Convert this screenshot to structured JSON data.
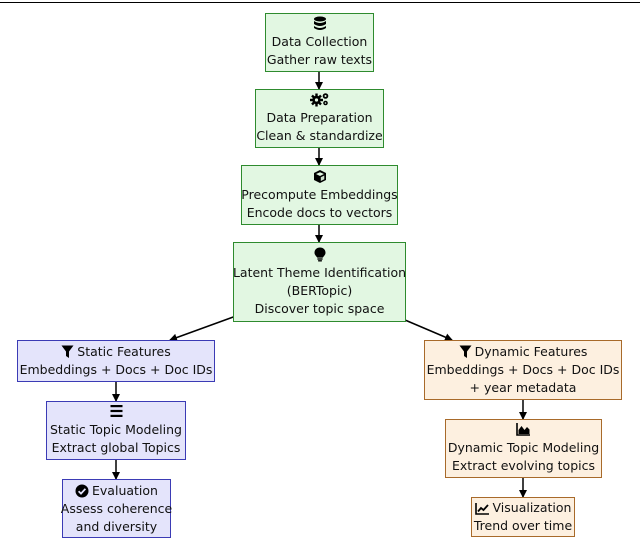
{
  "nodes": {
    "data_collection": {
      "icon": "database-icon",
      "lines": [
        "Data Collection",
        "Gather raw texts"
      ]
    },
    "data_preparation": {
      "icon": "gears-icon",
      "lines": [
        "Data Preparation",
        "Clean & standardize"
      ]
    },
    "precompute_embeddings": {
      "icon": "cube-icon",
      "lines": [
        "Precompute Embeddings",
        "Encode docs to vectors"
      ]
    },
    "latent_theme": {
      "icon": "lightbulb-icon",
      "lines": [
        "Latent Theme Identification",
        "(BERTopic)",
        "Discover topic space"
      ]
    },
    "static_features": {
      "icon": "filter-icon",
      "lines": [
        "Static Features",
        "Embeddings + Docs + Doc IDs"
      ]
    },
    "static_topic_modeling": {
      "icon": "list-icon",
      "lines": [
        "Static Topic Modeling",
        "Extract global Topics"
      ]
    },
    "evaluation": {
      "icon": "check-circle-icon",
      "lines": [
        "Evaluation",
        "Assess coherence",
        "and diversity"
      ]
    },
    "dynamic_features": {
      "icon": "filter-icon",
      "lines": [
        "Dynamic Features",
        "Embeddings + Docs + Doc IDs",
        "+ year metadata"
      ]
    },
    "dynamic_topic_modeling": {
      "icon": "area-chart-icon",
      "lines": [
        "Dynamic Topic Modeling",
        "Extract evolving topics"
      ]
    },
    "visualization": {
      "icon": "line-chart-icon",
      "lines": [
        "Visualization",
        "Trend over time"
      ]
    }
  },
  "colors": {
    "main_fill": "#e2f7e2",
    "main_border": "#2e8b2e",
    "static_fill": "#e4e4fb",
    "static_border": "#3b3bb5",
    "dynamic_fill": "#fdf0e0",
    "dynamic_border": "#a86a2a"
  }
}
